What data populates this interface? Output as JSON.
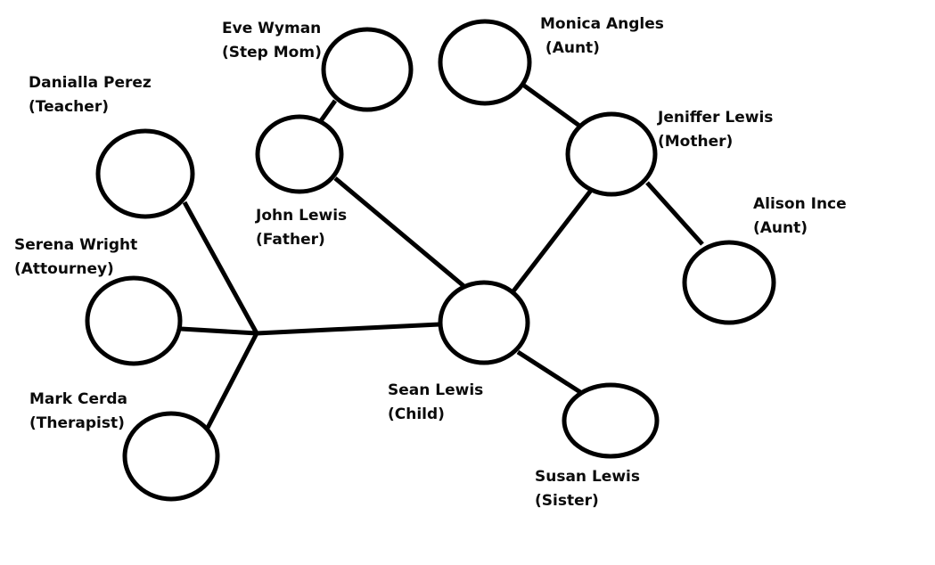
{
  "diagram": {
    "type": "relationship-map",
    "center": "sean",
    "nodes": [
      {
        "id": "eve",
        "name": "Eve Wyman",
        "role": "(Step Mom)"
      },
      {
        "id": "monica",
        "name": "Monica Angles",
        "role": " (Aunt)"
      },
      {
        "id": "danialla",
        "name": "Danialla Perez",
        "role": "(Teacher)"
      },
      {
        "id": "john",
        "name": "John Lewis",
        "role": "(Father)"
      },
      {
        "id": "jeniffer",
        "name": "Jeniffer Lewis",
        "role": "(Mother)"
      },
      {
        "id": "alison",
        "name": "Alison Ince",
        "role": "(Aunt)"
      },
      {
        "id": "serena",
        "name": "Serena Wright",
        "role": "(Attourney)"
      },
      {
        "id": "sean",
        "name": "Sean Lewis",
        "role": "(Child)"
      },
      {
        "id": "mark",
        "name": "Mark Cerda",
        "role": "(Therapist)"
      },
      {
        "id": "susan",
        "name": "Susan Lewis",
        "role": "(Sister)"
      }
    ],
    "edges": [
      {
        "from": "eve",
        "to": "john"
      },
      {
        "from": "john",
        "to": "sean"
      },
      {
        "from": "monica",
        "to": "jeniffer"
      },
      {
        "from": "jeniffer",
        "to": "sean"
      },
      {
        "from": "jeniffer",
        "to": "alison"
      },
      {
        "from": "sean",
        "to": "susan"
      },
      {
        "from": "sean",
        "to": "hub"
      },
      {
        "from": "hub",
        "to": "danialla"
      },
      {
        "from": "hub",
        "to": "serena"
      },
      {
        "from": "hub",
        "to": "mark"
      }
    ]
  }
}
